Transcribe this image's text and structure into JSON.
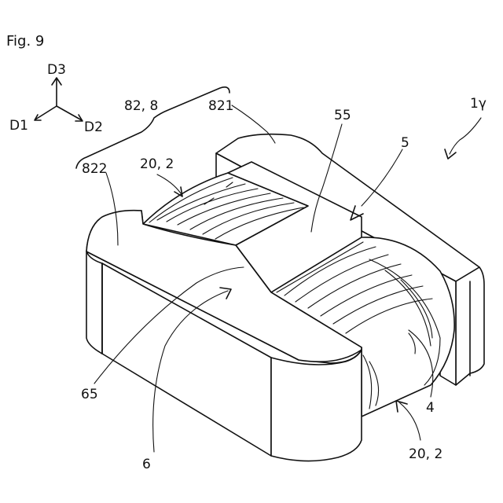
{
  "figure": {
    "title": "Fig. 9",
    "axes": {
      "d1": "D1",
      "d2": "D2",
      "d3": "D3"
    },
    "labels": {
      "l_82_8": "82, 8",
      "l_821": "821",
      "l_55": "55",
      "l_1g": "1γ",
      "l_5": "5",
      "l_822": "822",
      "l_20_2_top": "20, 2",
      "l_65": "65",
      "l_6": "6",
      "l_4": "4",
      "l_20_2_bottom": "20, 2"
    }
  }
}
